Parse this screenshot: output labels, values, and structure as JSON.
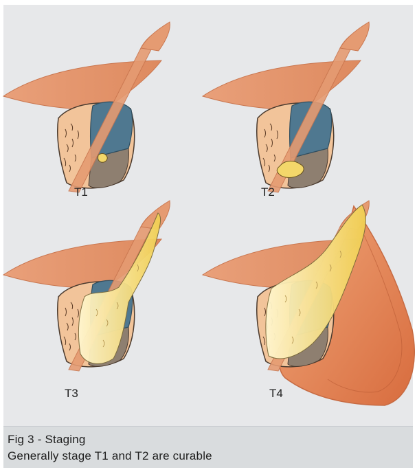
{
  "figure": {
    "stages": [
      {
        "label": "T1"
      },
      {
        "label": "T2"
      },
      {
        "label": "T3"
      },
      {
        "label": "T4"
      }
    ],
    "caption": {
      "title": "Fig 3 - Staging",
      "text": "Generally stage T1 and T2 are curable"
    },
    "colors": {
      "background": "#e7e8ea",
      "caption_background": "#d9dcde",
      "tissue": "#e29a72",
      "gland": "#f2c49a",
      "seminal_vesicle": "#4f7890",
      "lobe": "#8e7f70",
      "tumor": "#f3d76a",
      "invaded_organ": "#e07a4e"
    }
  }
}
